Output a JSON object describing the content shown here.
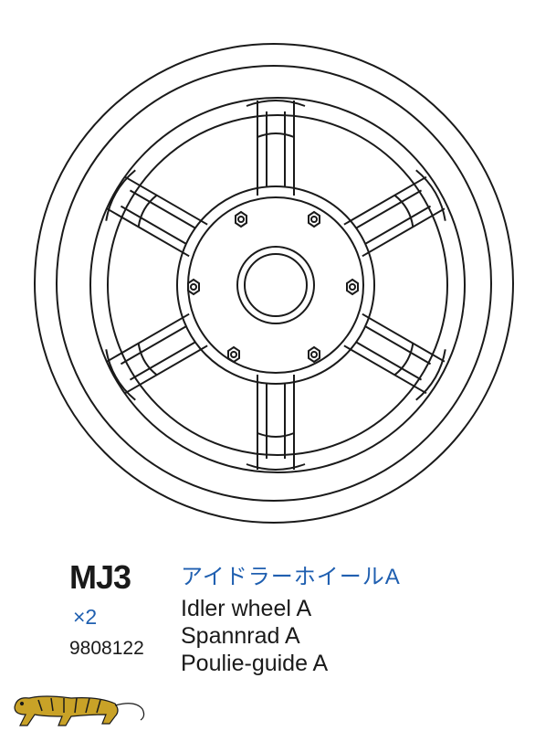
{
  "part": {
    "code": "MJ3",
    "quantity": "×2",
    "part_number": "9808122"
  },
  "names": {
    "japanese": "アイドラーホイールA",
    "english": "Idler wheel A",
    "german": "Spannrad A",
    "french": "Poulie-guide A"
  },
  "drawing": {
    "subject": "idler wheel line drawing",
    "spoke_count": 6,
    "bolt_count": 6
  },
  "colors": {
    "line": "#1a1a1a",
    "accent_text": "#1f5fb0",
    "logo": "#c9a227"
  },
  "icons": {
    "logo": "tiger-logo-icon"
  }
}
